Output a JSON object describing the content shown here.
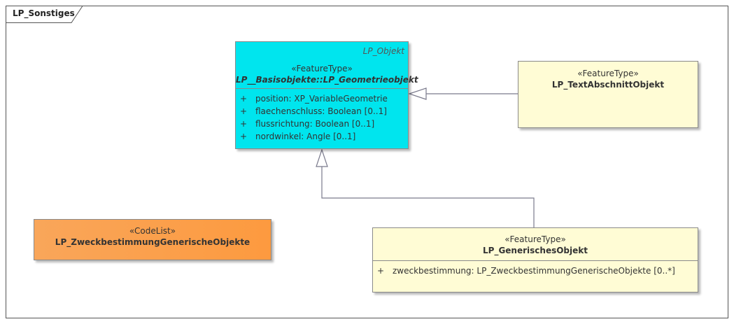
{
  "diagram": {
    "package_name": "LP_Sonstiges",
    "colors": {
      "feature_cyan": "#00e5ee",
      "feature_yellow": "#fffcd5",
      "codelist_orange": "#fd9a3f",
      "line": "#7a7a8c"
    },
    "classes": {
      "geometrieobjekt": {
        "parent_label": "LP_Objekt",
        "stereotype": "«FeatureType»",
        "name": "LP__Basisobjekte::LP_Geometrieobjekt",
        "attributes": [
          {
            "vis": "+",
            "text": "position: XP_VariableGeometrie"
          },
          {
            "vis": "+",
            "text": "flaechenschluss: Boolean [0..1]"
          },
          {
            "vis": "+",
            "text": "flussrichtung: Boolean [0..1]"
          },
          {
            "vis": "+",
            "text": "nordwinkel: Angle [0..1]"
          }
        ]
      },
      "textabschnitt": {
        "stereotype": "«FeatureType»",
        "name": "LP_TextAbschnittObjekt"
      },
      "codelist": {
        "stereotype": "«CodeList»",
        "name": "LP_ZweckbestimmungGenerischeObjekte"
      },
      "generisches": {
        "stereotype": "«FeatureType»",
        "name": "LP_GenerischesObjekt",
        "attributes": [
          {
            "vis": "+",
            "text": "zweckbestimmung: LP_ZweckbestimmungGenerischeObjekte [0..*]"
          }
        ]
      }
    }
  }
}
